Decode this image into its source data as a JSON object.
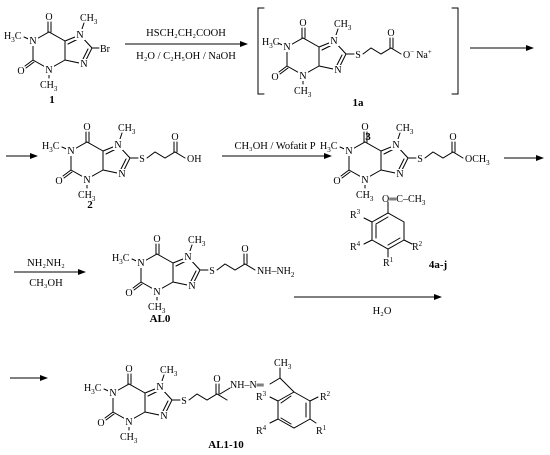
{
  "compounds": {
    "c1": {
      "label": "1",
      "substituent": "Br"
    },
    "c1a": {
      "label": "1a",
      "sidechain": "S",
      "end": "O",
      "charge": "−",
      "counterion": "Na",
      "counterion_charge": "+"
    },
    "c2": {
      "label": "2",
      "end": "OH"
    },
    "c3": {
      "label": "3",
      "end": "OCH",
      "end_sub": "3"
    },
    "al0": {
      "label": "AL0",
      "end": "NH–NH",
      "end_sub": "2"
    },
    "ketone": {
      "label": "4a-j",
      "acetyl": "O═C–CH",
      "acetyl_sub": "3"
    },
    "final": {
      "label": "AL1-10",
      "link": "NH–N═",
      "ch3": "CH"
    }
  },
  "common": {
    "H3C": "H",
    "N": "N",
    "O": "O",
    "S": "S",
    "CH3": "CH",
    "sub3": "3",
    "R1": "R",
    "R2": "R",
    "R3": "R",
    "R4": "R",
    "r1": "1",
    "r2": "2",
    "r3": "3",
    "r4": "4"
  },
  "conditions": {
    "step1_reagent": "HSCH₂CH₂COOH",
    "step1_solvent": "H₂O / C₂H₅OH / NaOH",
    "step2": "CH₃OH / Wofatit P",
    "step3_reagent": "NH₂NH₂",
    "step3_solvent": "CH₃OH",
    "step4_solvent": "H₂O"
  }
}
